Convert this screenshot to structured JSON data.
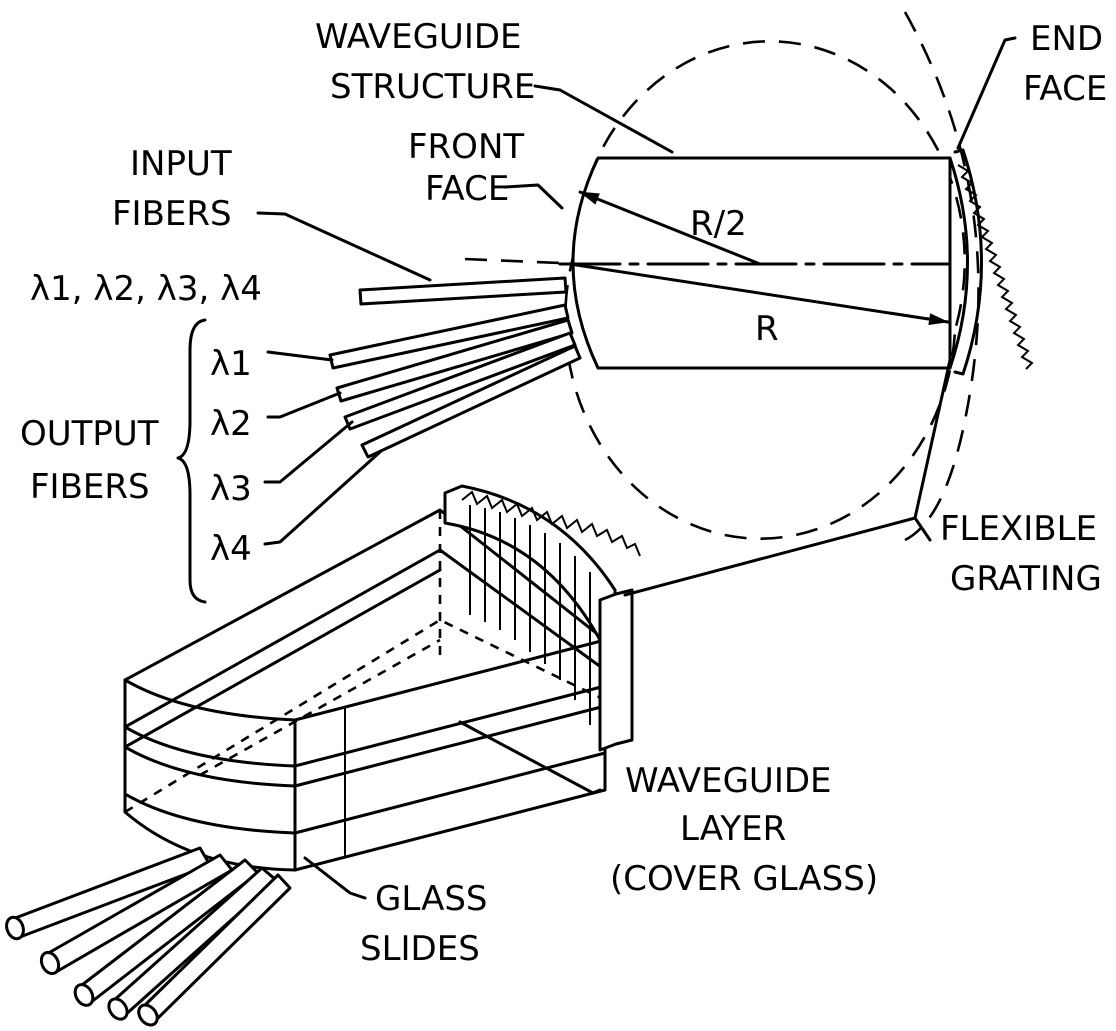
{
  "labels": {
    "waveguide_structure_1": "WAVEGUIDE",
    "waveguide_structure_2": "STRUCTURE",
    "end_face_1": "END",
    "end_face_2": "FACE",
    "front_face_1": "FRONT",
    "front_face_2": "FACE",
    "input_fibers_1": "INPUT",
    "input_fibers_2": "FIBERS",
    "input_wavelengths": "λ1, λ2, λ3, λ4",
    "r_half": "R/2",
    "r": "R",
    "lambda1": "λ1",
    "lambda2": "λ2",
    "lambda3": "λ3",
    "lambda4": "λ4",
    "output_fibers_1": "OUTPUT",
    "output_fibers_2": "FIBERS",
    "flexible_grating_1": "FLEXIBLE",
    "flexible_grating_2": "GRATING",
    "waveguide_layer_1": "WAVEGUIDE",
    "waveguide_layer_2": "LAYER",
    "waveguide_layer_3": "(COVER GLASS)",
    "glass_slides_1": "GLASS",
    "glass_slides_2": "SLIDES"
  }
}
